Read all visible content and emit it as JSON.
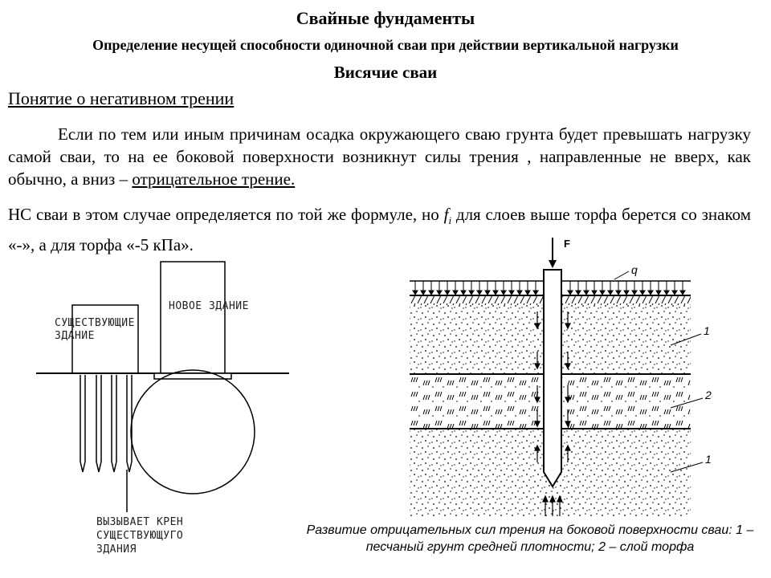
{
  "header": {
    "title": "Свайные фундаменты",
    "subtitle": "Определение несущей способности одиночной сваи при действии вертикальной нагрузки",
    "section": "Висячие сваи"
  },
  "concept": {
    "heading": "Понятие о негативном трении"
  },
  "paragraph1": {
    "text": "Если по тем или иным причинам осадка окружающего сваю грунта будет превышать нагрузку самой сваи, то на ее боковой поверхности возникнут силы трения , направленные не вверх, как обычно, а вниз – ",
    "underlined": "отрицательное трение."
  },
  "paragraph2": {
    "before": "НС сваи в этом случае определяется по той же формуле, но ",
    "symbol": "f",
    "subscript": "i",
    "after": " для слоев выше торфа берется со знаком «-», а для торфа «-5 кПа»."
  },
  "left_figure": {
    "label_new": "НОВОЕ ЗДАНИЕ",
    "label_existing_1": "СУЩЕСТВУЮЩИЕ",
    "label_existing_2": "ЗДАНИЕ",
    "note_1": "ВЫЗЫВАЕТ КРЕН",
    "note_2": "СУЩЕСТВУЮЩУГО",
    "note_3": "ЗДАНИЯ"
  },
  "right_figure": {
    "force_label": "F",
    "load_label": "q",
    "layer_top": "1",
    "layer_mid": "2",
    "layer_bottom": "1",
    "caption": "Развитие отрицательных сил трения на боковой поверхности сваи: 1 – песчаный грунт средней плотности; 2 – слой торфа"
  }
}
